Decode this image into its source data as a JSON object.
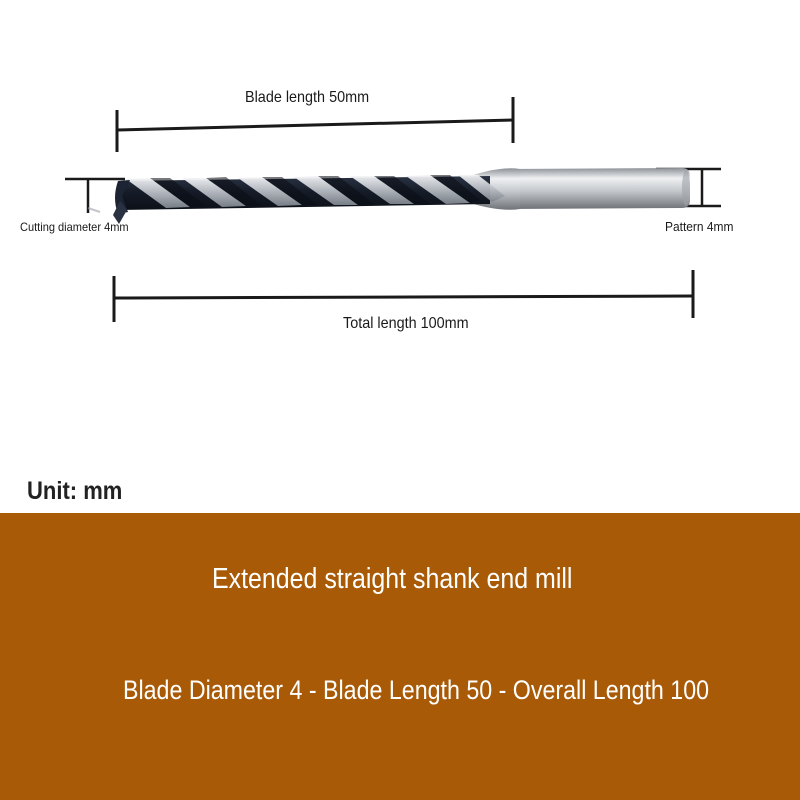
{
  "labels": {
    "blade_length": "Blade length 50mm",
    "cutting_diameter": "Cutting diameter 4mm",
    "pattern": "Pattern 4mm",
    "total_length": "Total length 100mm",
    "unit": "Unit: mm"
  },
  "banner": {
    "title": "Extended straight shank end mill",
    "spec": "Blade Diameter 4 - Blade Length 50 - Overall Length 100"
  },
  "colors": {
    "banner_background": "#a85a06",
    "dimension_line": "#1a1a1a",
    "flute_dark": "#1c2333",
    "flute_light": "#cfd3d8",
    "shank": "#c9ccd0"
  },
  "icons": {
    "tool": "end-mill-illustration"
  }
}
